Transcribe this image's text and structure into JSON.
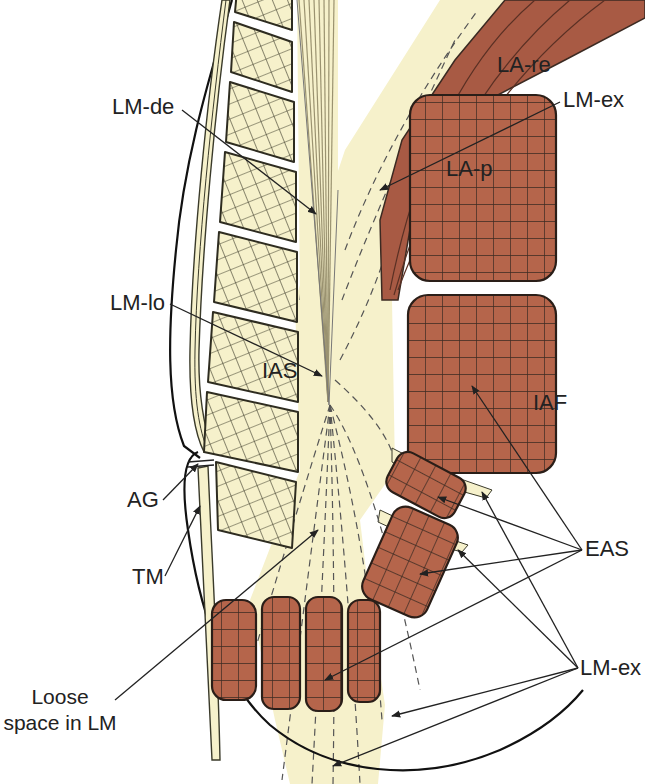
{
  "diagram": {
    "labels": [
      "LA-re",
      "LM-ex",
      "LM-de",
      "LA-p",
      "LM-lo",
      "IAS",
      "IAF",
      "AG",
      "EAS",
      "TM",
      "LM-ex",
      "Loose space in LM"
    ]
  }
}
